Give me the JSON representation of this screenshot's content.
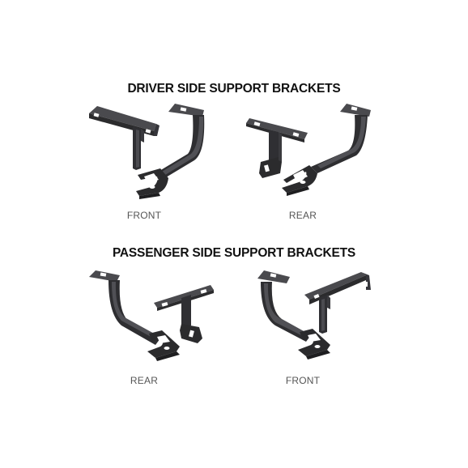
{
  "sections": {
    "driver": {
      "title": "DRIVER SIDE SUPPORT BRACKETS",
      "left_caption": "FRONT",
      "right_caption": "REAR"
    },
    "passenger": {
      "title": "PASSENGER SIDE SUPPORT BRACKETS",
      "left_caption": "REAR",
      "right_caption": "FRONT"
    }
  },
  "colors": {
    "background": "#ffffff",
    "metal_dark": "#2b2b2d",
    "metal_mid": "#3e3e41",
    "metal_light": "#5a5a5e",
    "title_text": "#111111",
    "caption_text": "#555555"
  }
}
